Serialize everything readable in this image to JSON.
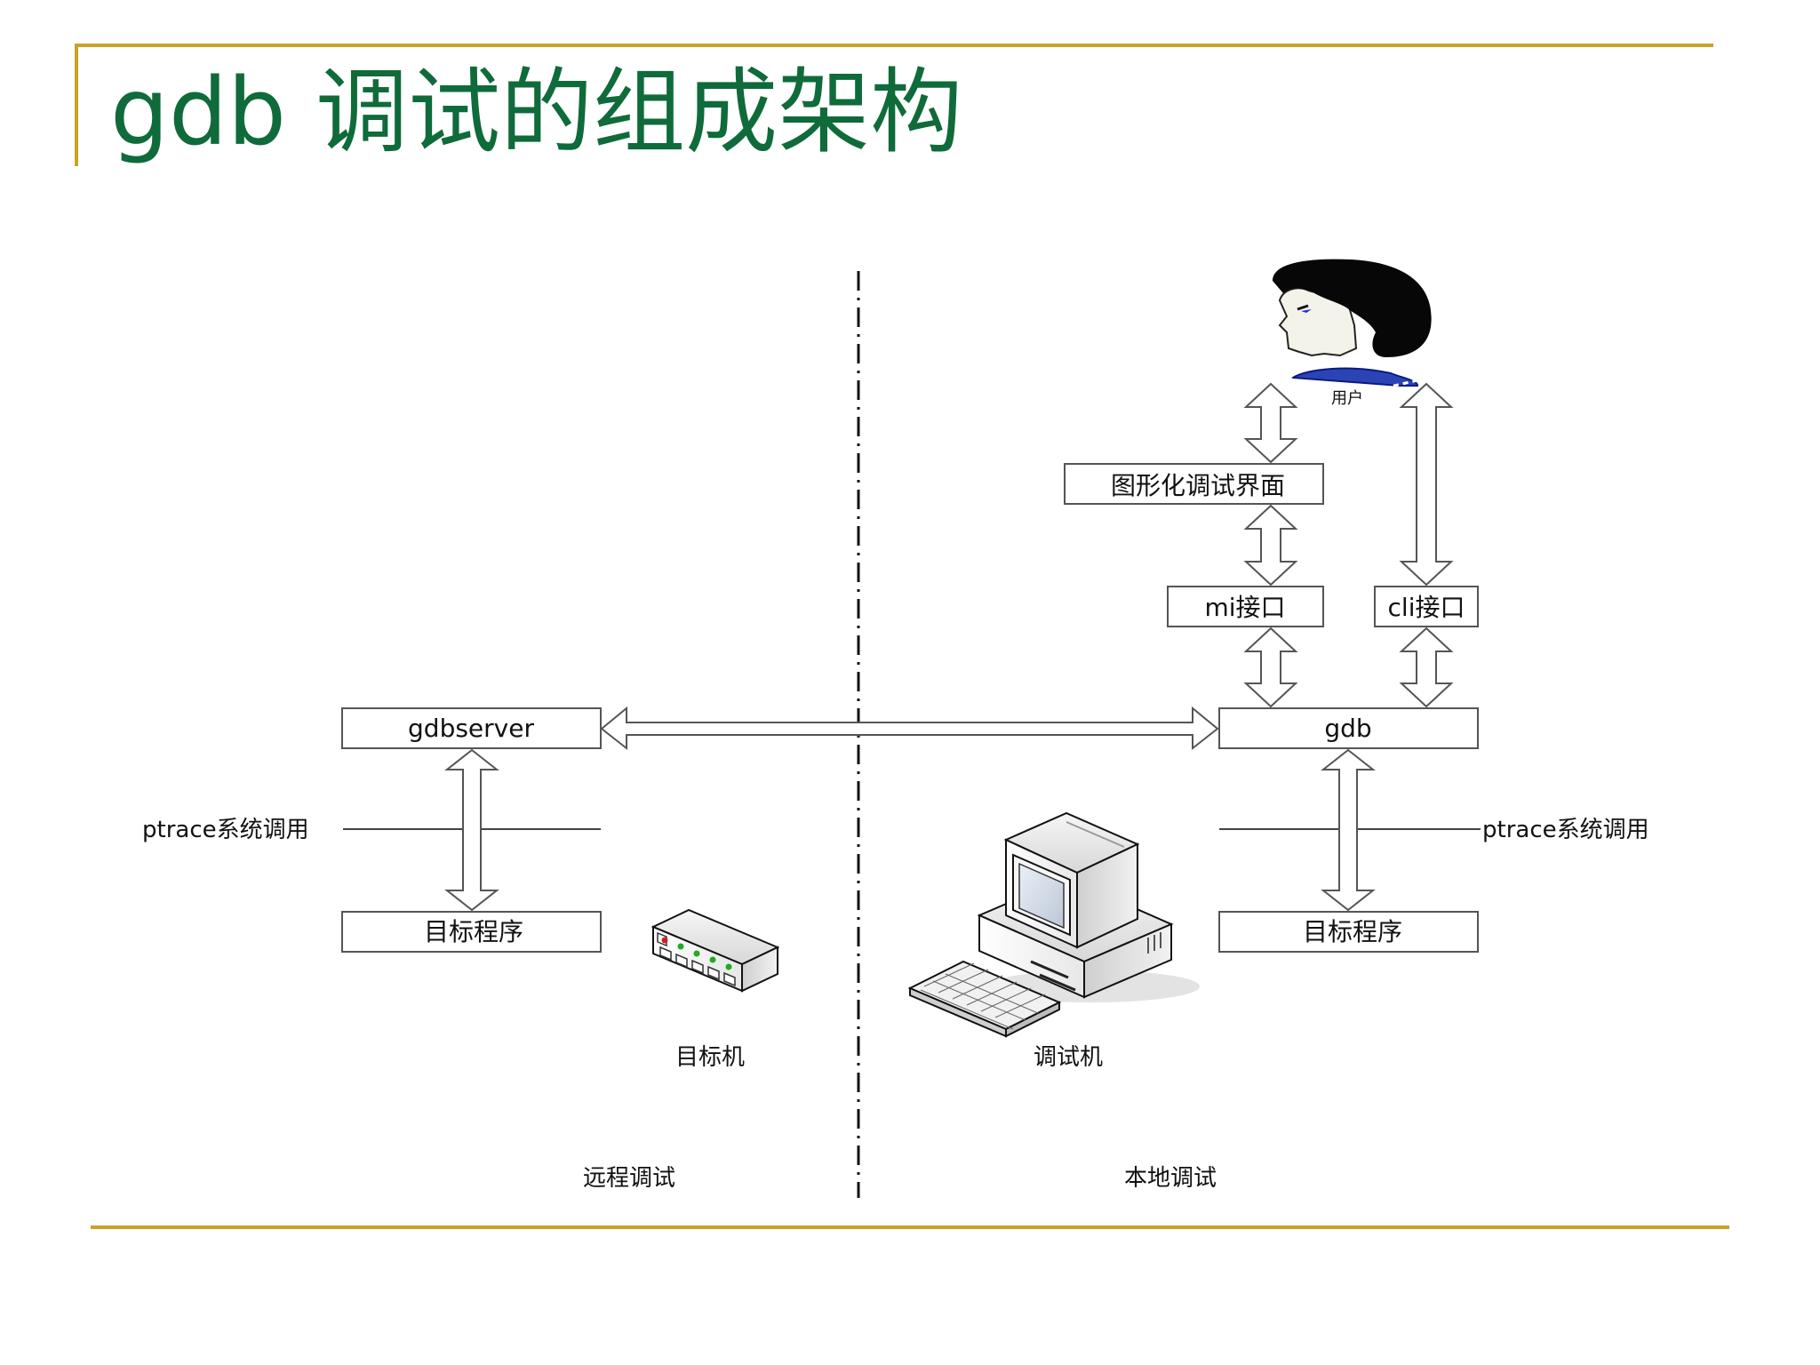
{
  "title": "gdb 调试的组成架构",
  "diagram": {
    "user_label": "用户",
    "gui_label": "图形化调试界面",
    "mi_label": "mi接口",
    "cli_label": "cli接口",
    "gdb_label": "gdb",
    "gdbserver_label": "gdbserver",
    "ptrace_left_label": "ptrace系统调用",
    "ptrace_right_label": "ptrace系统调用",
    "target_program_left_label": "目标程序",
    "target_program_right_label": "目标程序",
    "target_machine_label": "目标机",
    "debug_machine_label": "调试机",
    "remote_debug_label": "远程调试",
    "local_debug_label": "本地调试"
  },
  "colors": {
    "title": "#0f6b3a",
    "rule": "#c9a227",
    "box_border": "#555555",
    "user_collar": "#2b44b5"
  },
  "icons": {
    "user": "user-head-icon",
    "target_machine": "network-switch-icon",
    "debug_machine": "desktop-computer-icon"
  }
}
